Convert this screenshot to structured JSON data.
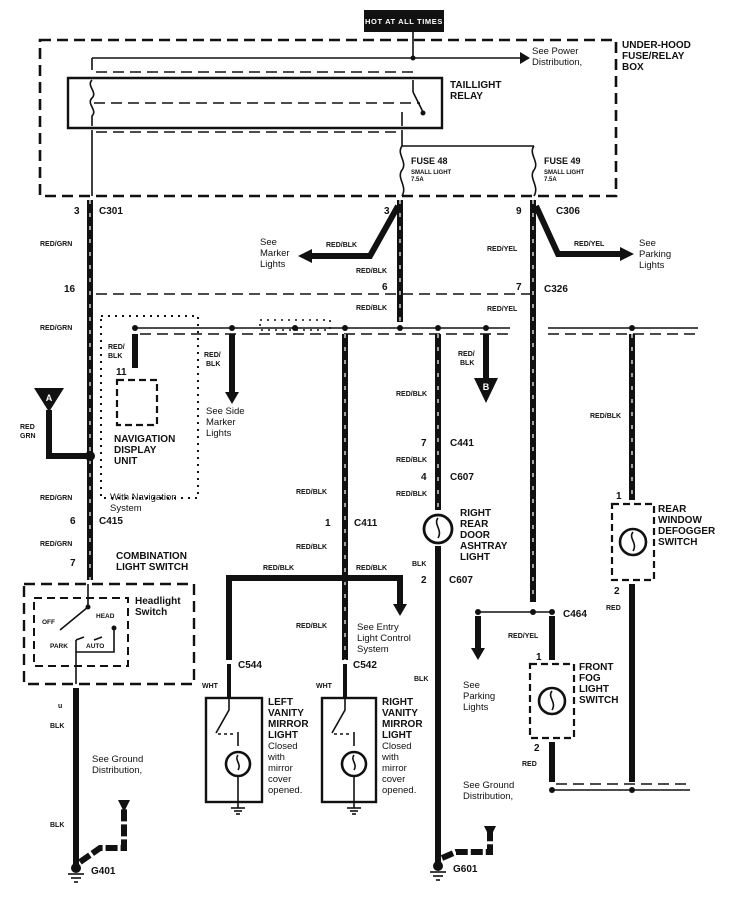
{
  "header": {
    "power_label": "HOT AT ALL TIMES"
  },
  "fuse_box": {
    "title_lines": [
      "UNDER-HOOD",
      "FUSE/RELAY",
      "BOX"
    ],
    "power_note_lines": [
      "See Power",
      "Distribution,"
    ],
    "relay_lines": [
      "TAILLIGHT",
      "RELAY"
    ],
    "fuses": [
      {
        "name": "FUSE 48",
        "desc": "SMALL LIGHT",
        "rating": "7.5A"
      },
      {
        "name": "FUSE 49",
        "desc": "SMALL LIGHT",
        "rating": "7.5A"
      }
    ]
  },
  "connectors": {
    "c301": {
      "pin": "3",
      "name": "C301"
    },
    "c306_left_pin": "3",
    "c306": {
      "pin": "9",
      "name": "C306"
    },
    "c326_left_pin": "16",
    "c326_mid_pin": "6",
    "c326": {
      "pin": "7",
      "name": "C326"
    },
    "c415": {
      "pin": "6",
      "name": "C415"
    },
    "switch_pin": "7",
    "nav_pin": "11",
    "c411": {
      "pin": "1",
      "name": "C411"
    },
    "c441": {
      "pin": "7",
      "name": "C441"
    },
    "c607a": {
      "pin": "4",
      "name": "C607"
    },
    "c607b": {
      "pin": "2",
      "name": "C607"
    },
    "c544": {
      "name": "C544"
    },
    "c542": {
      "name": "C542"
    },
    "c464": {
      "name": "C464"
    },
    "fog_pin_top": "1",
    "fog_pin_bottom": "2",
    "defog_pin_top": "1",
    "defog_pin_bottom": "2",
    "switch_bottom_pin": "u"
  },
  "wires": {
    "red_grn": "RED/GRN",
    "red_grn_split": [
      "RED",
      "GRN"
    ],
    "red_blk": "RED/BLK",
    "red_blk_split": [
      "RED/",
      "BLK"
    ],
    "red_yel": "RED/YEL",
    "blk": "BLK",
    "wht": "WHT",
    "red": "RED"
  },
  "notes": {
    "marker_lights": [
      "See",
      "Marker",
      "Lights"
    ],
    "parking_lights_top": [
      "See",
      "Parking",
      "Lights"
    ],
    "side_marker": [
      "See Side",
      "Marker",
      "Lights"
    ],
    "entry_light": [
      "See Entry",
      "Light Control",
      "System"
    ],
    "parking_lights_bottom": [
      "See",
      "Parking",
      "Lights"
    ],
    "ground_left": [
      "See Ground",
      "Distribution,"
    ],
    "ground_right": [
      "See Ground",
      "Distribution,"
    ],
    "with_nav": [
      "With Navigation",
      "System"
    ]
  },
  "components": {
    "nav_unit": [
      "NAVIGATION",
      "DISPLAY",
      "UNIT"
    ],
    "combo_switch": [
      "COMBINATION",
      "LIGHT SWITCH"
    ],
    "headlight_switch": [
      "Headlight",
      "Switch"
    ],
    "switch_positions": {
      "off": "OFF",
      "head": "HEAD",
      "park": "PARK",
      "auto": "AUTO"
    },
    "ashtray_light": [
      "RIGHT",
      "REAR",
      "DOOR",
      "ASHTRAY",
      "LIGHT"
    ],
    "defogger_switch": [
      "REAR",
      "WINDOW",
      "DEFOGGER",
      "SWITCH"
    ],
    "fog_switch": [
      "FRONT",
      "FOG",
      "LIGHT",
      "SWITCH"
    ],
    "left_mirror": [
      "LEFT",
      "VANITY",
      "MIRROR",
      "LIGHT"
    ],
    "right_mirror": [
      "RIGHT",
      "VANITY",
      "MIRROR",
      "LIGHT"
    ],
    "mirror_note": [
      "Closed",
      "with",
      "mirror",
      "cover",
      "opened."
    ]
  },
  "grounds": {
    "g401": "G401",
    "g601": "G601"
  },
  "off_page": {
    "a": "A",
    "b": "B"
  }
}
